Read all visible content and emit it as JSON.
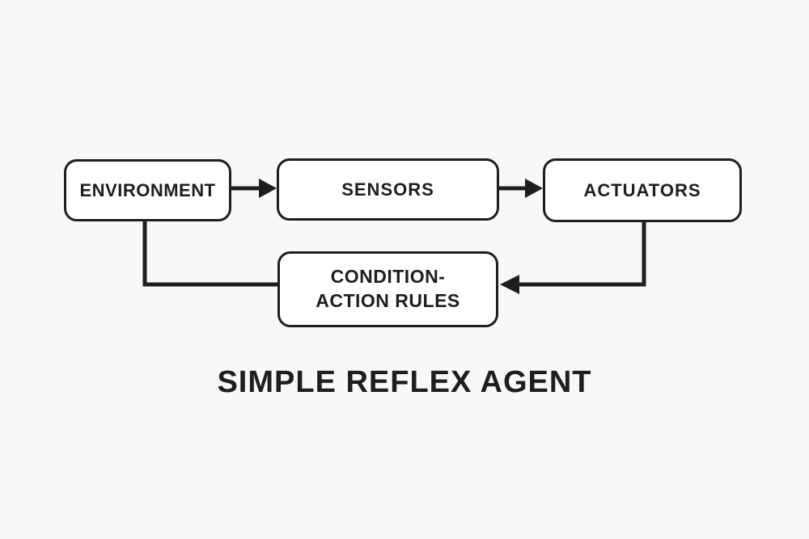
{
  "diagram": {
    "title": "SIMPLE REFLEX AGENT",
    "nodes": [
      {
        "id": "environment",
        "label": "ENVIRONMENT"
      },
      {
        "id": "sensors",
        "label": "SENSORS"
      },
      {
        "id": "actuators",
        "label": "ACTUATORS"
      },
      {
        "id": "condition-action-rules",
        "label": "CONDITION- ACTION RULES",
        "lines": [
          "CONDITION-",
          "ACTION RULES"
        ]
      }
    ],
    "edges": [
      {
        "from": "environment",
        "to": "sensors",
        "arrowhead": true
      },
      {
        "from": "sensors",
        "to": "actuators",
        "arrowhead": true
      },
      {
        "from": "actuators",
        "to": "condition-action-rules",
        "arrowhead": true
      },
      {
        "from": "condition-action-rules",
        "to": "environment",
        "arrowhead": false
      }
    ],
    "colors": {
      "background": "#f7f8fa",
      "node_fill": "#ffffff",
      "stroke": "#1e1e1f",
      "text": "#1e1e1f"
    }
  }
}
